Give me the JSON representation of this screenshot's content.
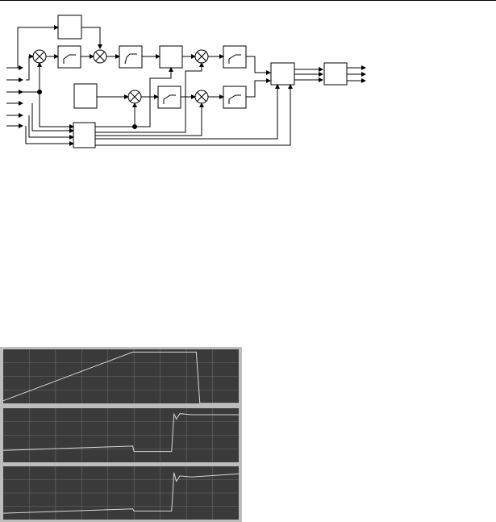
{
  "diagram": {
    "inputs": 6,
    "outputs": 3,
    "blocks": [
      {
        "id": "delay-block",
        "label": ""
      },
      {
        "id": "limiter-1",
        "label": ""
      },
      {
        "id": "ramp-limiter",
        "label": ""
      },
      {
        "id": "summing-block",
        "label": ""
      },
      {
        "id": "limiter-2",
        "label": ""
      },
      {
        "id": "limiter-3",
        "label": ""
      },
      {
        "id": "limiter-4",
        "label": ""
      },
      {
        "id": "constant-block",
        "label": ""
      },
      {
        "id": "logic-block",
        "label": ""
      },
      {
        "id": "combiner-block",
        "label": ""
      },
      {
        "id": "output-block",
        "label": ""
      }
    ],
    "multipliers": 5
  },
  "colors": {
    "line": "#000000",
    "scope_background": "#3a3a3a",
    "scope_frame": "#bdbdbd",
    "scope_grid": "#6a6a6a",
    "scope_trace": "#d8d8d8"
  },
  "scope_traces": [
    {
      "points": [
        [
          0,
          0.05
        ],
        [
          0.55,
          0.95
        ],
        [
          0.82,
          0.95
        ],
        [
          0.835,
          0.0
        ],
        [
          1.0,
          0.0
        ]
      ]
    },
    {
      "points": [
        [
          0,
          0.22
        ],
        [
          0.55,
          0.3
        ],
        [
          0.555,
          0.2
        ],
        [
          0.715,
          0.2
        ],
        [
          0.725,
          0.9
        ],
        [
          0.735,
          0.8
        ],
        [
          0.75,
          0.9
        ],
        [
          0.8,
          0.88
        ],
        [
          1.0,
          0.88
        ]
      ]
    },
    {
      "points": [
        [
          0,
          0.12
        ],
        [
          0.55,
          0.2
        ],
        [
          0.555,
          0.16
        ],
        [
          0.715,
          0.16
        ],
        [
          0.725,
          0.88
        ],
        [
          0.735,
          0.72
        ],
        [
          0.75,
          0.82
        ],
        [
          0.8,
          0.8
        ],
        [
          1.0,
          0.86
        ]
      ]
    }
  ]
}
